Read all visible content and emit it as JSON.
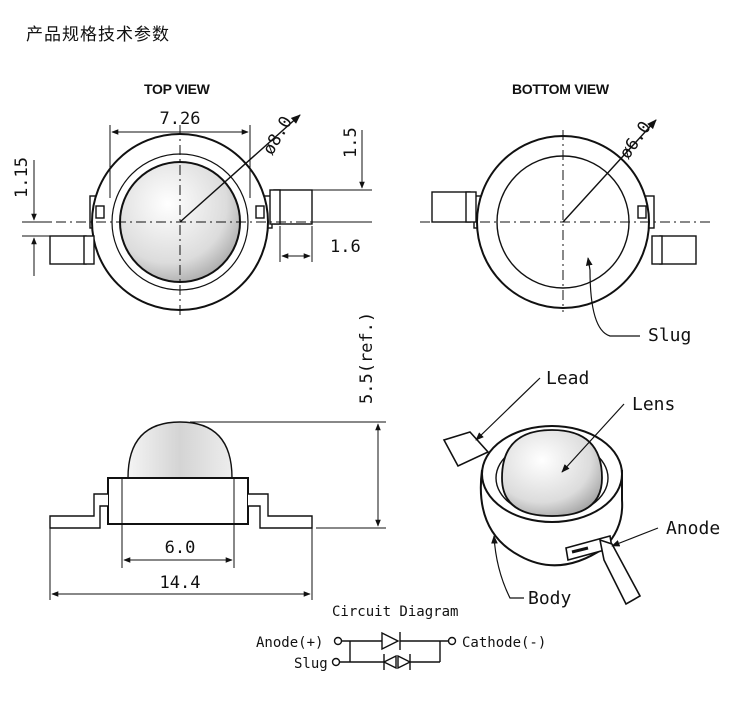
{
  "page": {
    "title": "产品规格技术参数"
  },
  "views": {
    "top_view": "TOP VIEW",
    "bottom_view": "BOTTOM VIEW"
  },
  "dimensions": {
    "width_top": "7.26",
    "lens_diameter": "ø8.0",
    "offset_left": "1.15",
    "offset_right": "1.5",
    "lead_width": "1.6",
    "bottom_diameter": "ø6.0",
    "height": "5.5(ref.)",
    "body_base": "6.0",
    "total_length": "14.4"
  },
  "parts": {
    "slug": "Slug",
    "lead": "Lead",
    "lens": "Lens",
    "anode": "Anode",
    "body": "Body"
  },
  "circuit": {
    "title": "Circuit Diagram",
    "anode_label": "Anode(+)",
    "cathode_label": "Cathode(-)",
    "slug_label": "Slug"
  }
}
